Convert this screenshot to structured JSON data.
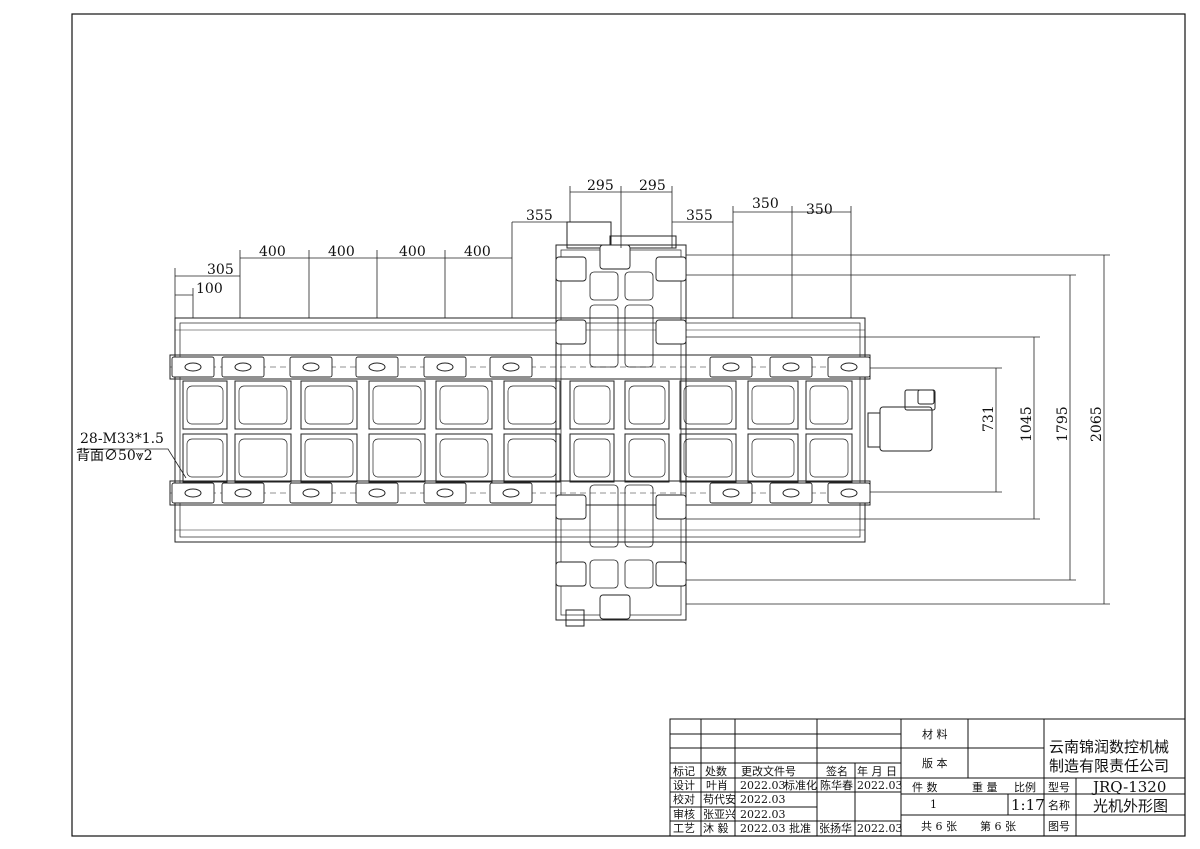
{
  "dimensions": {
    "top_left": [
      "100",
      "305",
      "400",
      "400",
      "400",
      "400"
    ],
    "top_center": [
      "295",
      "295"
    ],
    "top_right_left": "355",
    "top_right": [
      "355",
      "350",
      "350"
    ],
    "right_vertical": [
      "731",
      "1045",
      "1795",
      "2065"
    ]
  },
  "annotation": {
    "line1": "28-M33*1.5",
    "line2": "背面∅50⩔2"
  },
  "title_block": {
    "revision_headers": [
      "标记",
      "处数",
      "更改文件号",
      "签名",
      "年 月 日"
    ],
    "row_design": [
      "设计",
      "叶肖",
      "2022.03",
      "标准化",
      "陈华春",
      "2022.03"
    ],
    "row_check": [
      "校对",
      "苟代安",
      "2022.03"
    ],
    "row_review": [
      "审核",
      "张亚兴",
      "2022.03"
    ],
    "row_process": [
      "工艺",
      "沐 毅",
      "2022.03",
      "批准",
      "张扬华",
      "2022.03"
    ],
    "material_label": "材 料",
    "version_label": "版 本",
    "company_line1": "云南锦润数控机械",
    "company_line2": "制造有限责任公司",
    "qty_label": "件 数",
    "weight_label": "重 量",
    "scale_label": "比例",
    "model_label": "型号",
    "model_value": "JRQ-1320",
    "qty_value": "1",
    "scale_value": "1:17",
    "name_label": "名称",
    "name_value": "光机外形图",
    "sheets_total": "共 6 张",
    "sheet_no": "第 6 张",
    "drawing_no_label": "图号"
  }
}
